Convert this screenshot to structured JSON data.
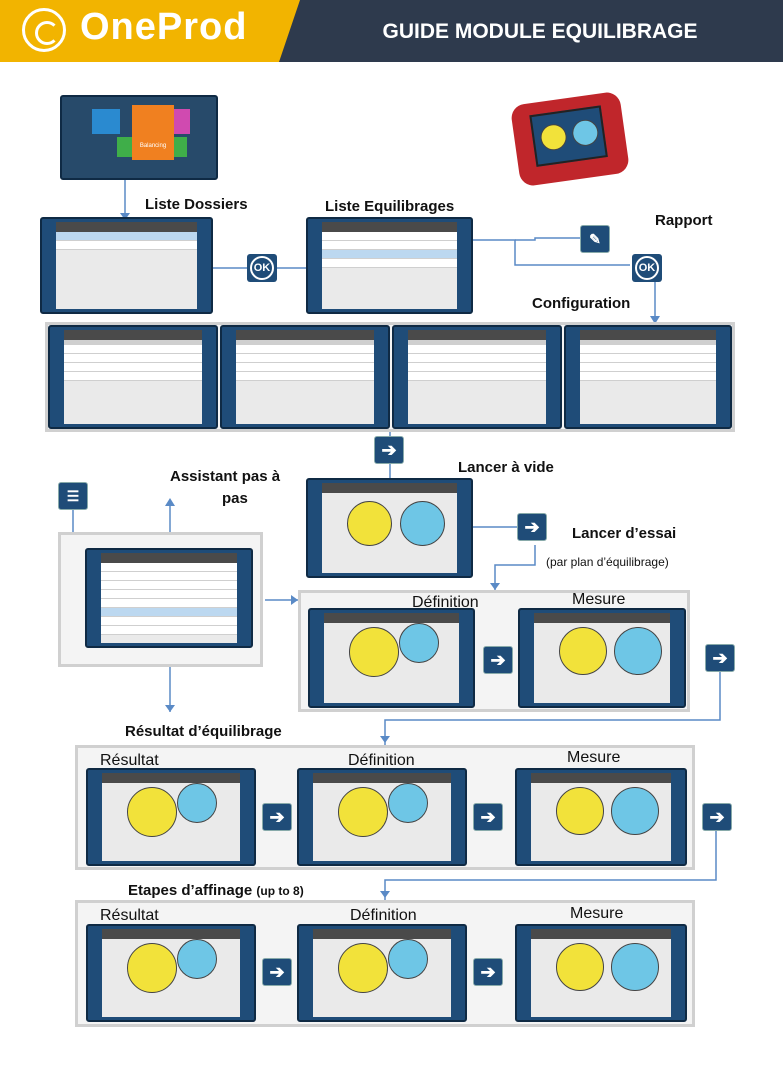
{
  "header": {
    "brand": "OneProd",
    "title": "GUIDE MODULE EQUILIBRAGE"
  },
  "labels": {
    "liste_dossiers": "Liste Dossiers",
    "liste_equilibrages": "Liste Equilibrages",
    "rapport": "Rapport",
    "configuration": "Configuration",
    "assistant": "Assistant pas à",
    "assistant2": "pas",
    "lancer_vide": "Lancer à vide",
    "lancer_essai": "Lancer d’essai",
    "par_plan": "(par plan d’équilibrage)",
    "definition": "Définition",
    "mesure": "Mesure",
    "resultat_eq": "Résultat d’équilibrage",
    "resultat": "Résultat",
    "etapes": "Etapes d’affinage",
    "up_to": "(up to 8)"
  },
  "buttons": {
    "ok": "OK",
    "next": "➔"
  },
  "tile": {
    "balancing": "Balancing"
  },
  "colors": {
    "header_dark": "#2e3a4d",
    "header_yellow": "#f2b400",
    "screen_blue": "#1f4c78",
    "yellow_disc": "#f2e23a",
    "cyan_disc": "#6ec6e6"
  }
}
